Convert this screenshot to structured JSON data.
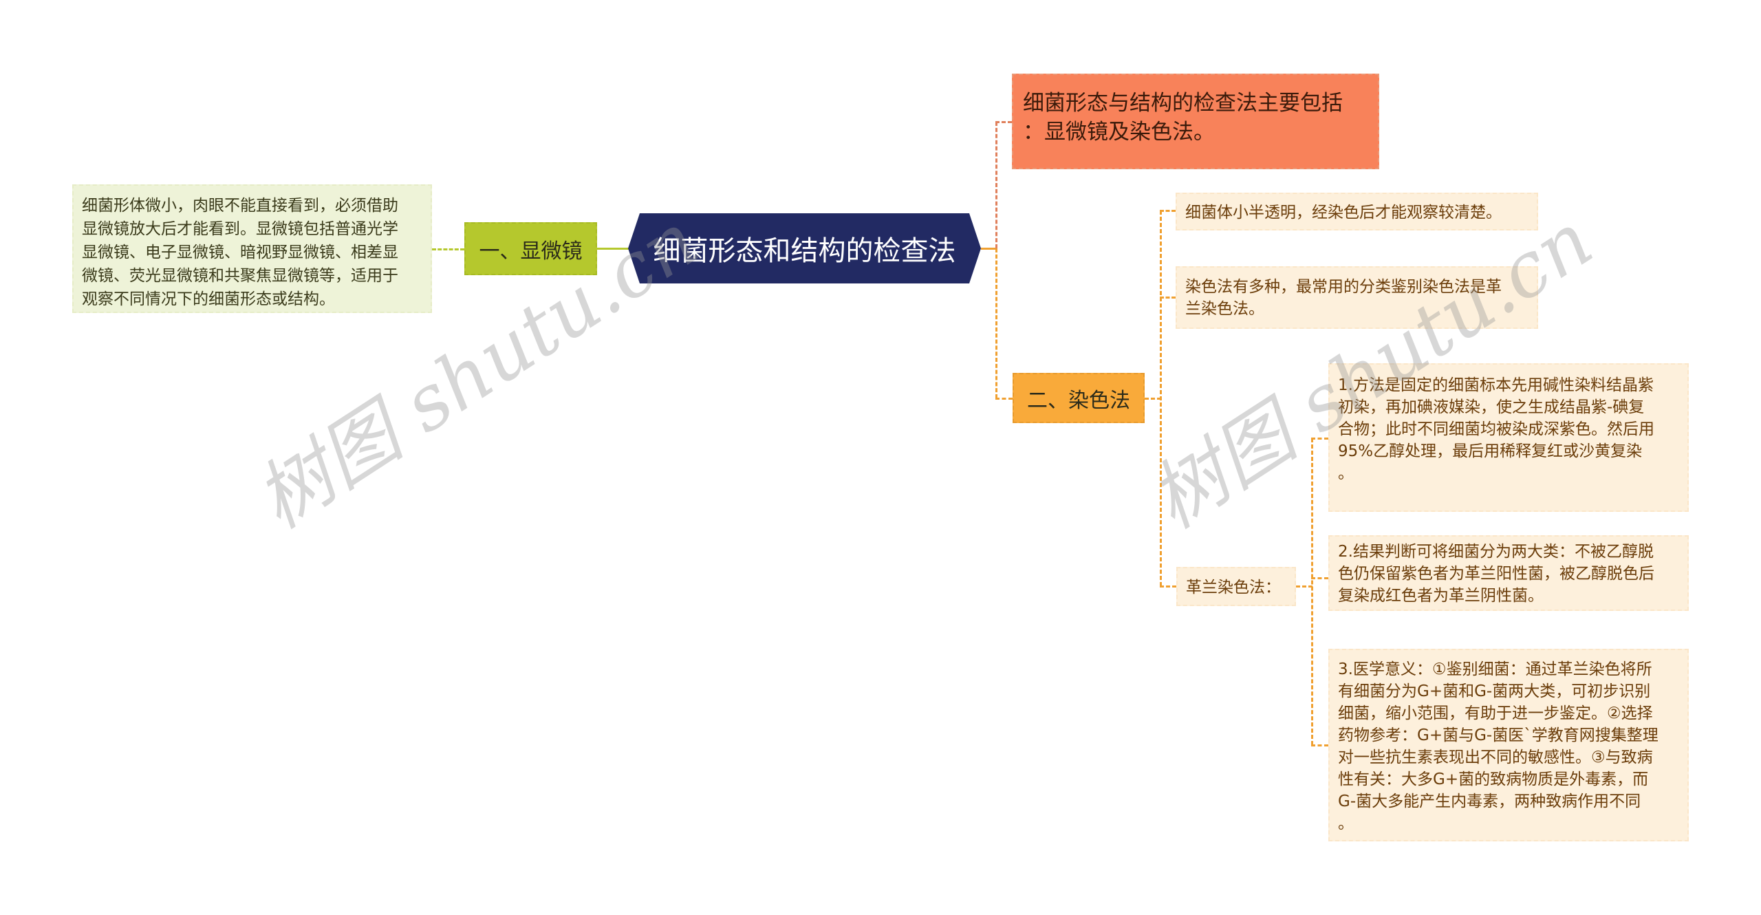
{
  "root": {
    "title": "细菌形态和结构的检查法",
    "color": "#222a63"
  },
  "summary": {
    "text": "细菌形态与结构的检查法主要包括：显微镜及染色法。",
    "line1": "细菌形态与结构的检查法主要包括",
    "line2": "：显微镜及染色法。",
    "color": "#f8825a"
  },
  "branch_microscope": {
    "label": "一、显微镜",
    "color": "#b5c82d",
    "detail": "细菌形体微小，肉眼不能直接看到，必须借助显微镜放大后才能看到。显微镜包括普通光学显微镜、电子显微镜、暗视野显微镜、相差显微镜、荧光显微镜和共聚焦显微镜等，适用于观察不同情况下的细菌形态或结构。",
    "detail_lines": [
      "细菌形体微小，肉眼不能直接看到，必须借助",
      "显微镜放大后才能看到。显微镜包括普通光学",
      "显微镜、电子显微镜、暗视野显微镜、相差显",
      "微镜、荧光显微镜和共聚焦显微镜等，适用于",
      "观察不同情况下的细菌形态或结构。"
    ]
  },
  "branch_staining": {
    "label": "二、染色法",
    "color": "#f9aa3a",
    "children": [
      {
        "text": "细菌体小半透明，经染色后才能观察较清楚。"
      },
      {
        "line1": "染色法有多种，最常用的分类鉴别染色法是革",
        "line2": "兰染色法。"
      },
      {
        "label": "革兰染色法：",
        "children": [
          {
            "lines": [
              "1.方法是固定的细菌标本先用碱性染料结晶紫",
              "初染，再加碘液媒染，使之生成结晶紫-碘复",
              "合物；此时不同细菌均被染成深紫色。然后用",
              "95%乙醇处理，最后用稀释复红或沙黄复染",
              "。"
            ]
          },
          {
            "lines": [
              "2.结果判断可将细菌分为两大类：不被乙醇脱",
              "色仍保留紫色者为革兰阳性菌，被乙醇脱色后",
              "复染成红色者为革兰阴性菌。"
            ]
          },
          {
            "lines": [
              "3.医学意义：①鉴别细菌：通过革兰染色将所",
              "有细菌分为G+菌和G-菌两大类，可初步识别",
              "细菌，缩小范围，有助于进一步鉴定。②选择",
              "药物参考：G+菌与G-菌医`学教育网搜集整理",
              "对一些抗生素表现出不同的敏感性。③与致病",
              "性有关：大多G+菌的致病物质是外毒素，而",
              "G-菌大多能产生内毒素，两种致病作用不同",
              "。"
            ]
          }
        ]
      }
    ]
  },
  "watermark": {
    "text": "树图 shutu.cn"
  },
  "colors": {
    "leaf_bg": "#fdf0dc",
    "leaf_text": "#6b3d0a",
    "left_leaf_bg": "#eef3d8",
    "line_green": "#b5c82d",
    "line_red": "#e0805c",
    "line_orange": "#f0a030"
  }
}
